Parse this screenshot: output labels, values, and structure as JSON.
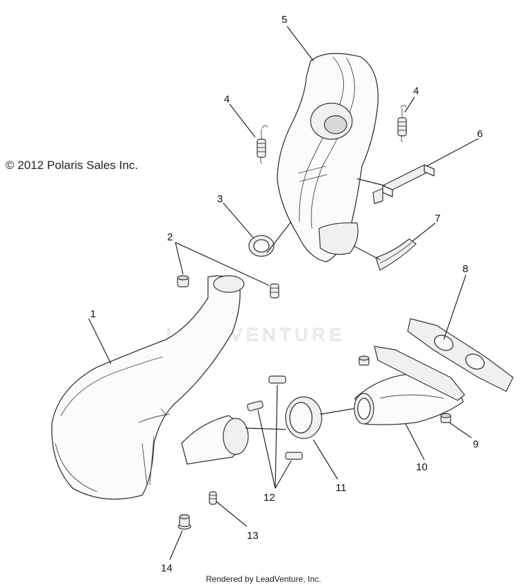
{
  "copyright": "© 2012 Polaris Sales Inc.",
  "watermark": "LEADVENTURE",
  "credit": "Rendered by LeadVenture, Inc.",
  "callouts": {
    "c1": "1",
    "c2": "2",
    "c3": "3",
    "c4a": "4",
    "c4b": "4",
    "c5": "5",
    "c6": "6",
    "c7": "7",
    "c8": "8",
    "c9": "9",
    "c10": "10",
    "c11": "11",
    "c12": "12",
    "c13": "13",
    "c14": "14"
  }
}
